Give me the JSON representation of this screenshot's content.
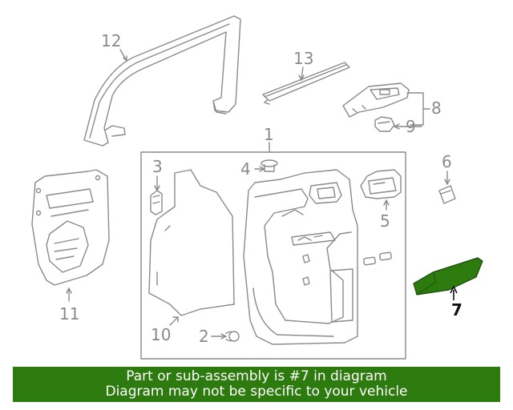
{
  "diagram": {
    "callouts": [
      {
        "id": "c12",
        "label": "12"
      },
      {
        "id": "c13",
        "label": "13"
      },
      {
        "id": "c8",
        "label": "8"
      },
      {
        "id": "c9",
        "label": "9"
      },
      {
        "id": "c1",
        "label": "1"
      },
      {
        "id": "c3",
        "label": "3"
      },
      {
        "id": "c4",
        "label": "4"
      },
      {
        "id": "c6",
        "label": "6"
      },
      {
        "id": "c5",
        "label": "5"
      },
      {
        "id": "c7",
        "label": "7"
      },
      {
        "id": "c11",
        "label": "11"
      },
      {
        "id": "c10",
        "label": "10"
      },
      {
        "id": "c2",
        "label": "2"
      }
    ],
    "highlighted_part": "7",
    "colors": {
      "line": "#8a8a8a",
      "highlight_fill": "#2d7a0e",
      "banner": "#2d7a0e"
    }
  },
  "banner": {
    "line1": "Part or sub-assembly is #7 in diagram",
    "line2": "Diagram may not be specific to your vehicle"
  }
}
